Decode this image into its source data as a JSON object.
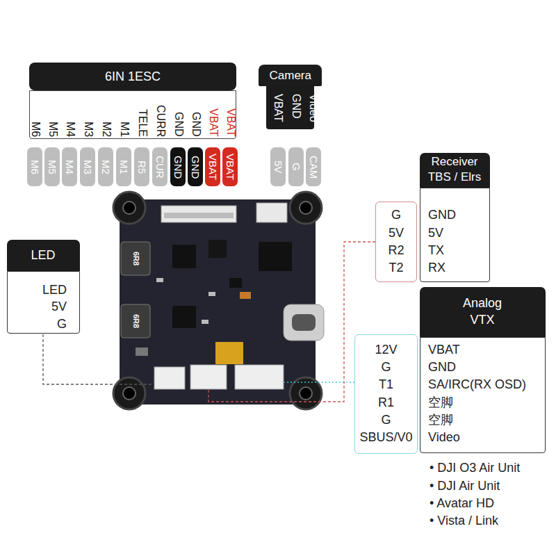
{
  "diagram": {
    "nodes": [
      {
        "text": [
          "6IN 1ESC",
          "M6",
          "M5",
          "M4",
          "M3",
          "M2",
          "M1",
          "TELE",
          "CURR",
          "GND",
          "GND",
          "VBAT",
          "VBAT"
        ]
      },
      {
        "text": [
          "Camera",
          "VBAT",
          "GND",
          "Video"
        ]
      },
      {
        "text": [
          "M6"
        ]
      },
      {
        "text": [
          "M5"
        ]
      },
      {
        "text": [
          "M4"
        ]
      },
      {
        "text": [
          "M3"
        ]
      },
      {
        "text": [
          "M2"
        ]
      },
      {
        "text": [
          "M1"
        ]
      },
      {
        "text": [
          "R5"
        ]
      },
      {
        "text": [
          "CUR"
        ]
      },
      {
        "text": [
          "GND"
        ]
      },
      {
        "text": [
          "GND"
        ]
      },
      {
        "text": [
          "VBAT"
        ]
      },
      {
        "text": [
          "VBAT"
        ]
      },
      {
        "text": [
          "5V"
        ]
      },
      {
        "text": [
          "G"
        ]
      },
      {
        "text": [
          "CAM"
        ]
      },
      {
        "text": [
          "G",
          "5V",
          "R2",
          "T2"
        ]
      },
      {
        "text": [
          "Receiver TBS / Elrs",
          "GND",
          "5V",
          "TX",
          "RX"
        ]
      },
      {
        "text": [
          "LED",
          "LED",
          "5V",
          "G"
        ]
      },
      {
        "text": [
          "12V",
          "G",
          "T1",
          "R1",
          "G",
          "SBUS/V0"
        ]
      },
      {
        "text": [
          "Analog VTX",
          "VBAT",
          "GND",
          "SA/IRC(RX OSD)",
          "空脚",
          "空脚",
          "Video"
        ]
      }
    ],
    "labels": [
      "6R8",
      "6R8",
      "• DJI O3 Air Unit",
      "• DJI Air Unit",
      "• Avatar HD",
      "• Vista / Link"
    ]
  }
}
